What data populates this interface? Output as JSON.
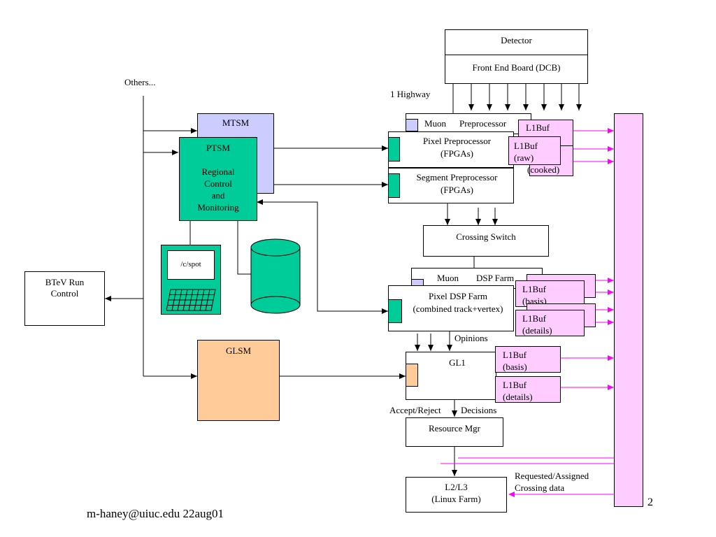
{
  "detector": {
    "title": "Detector",
    "front_end": "Front End Board (DCB)"
  },
  "others": "Others...",
  "highway": "1 Highway",
  "mtsm": "MTSM",
  "ptsm": {
    "title": "PTSM",
    "line1": "Regional",
    "line2": "Control",
    "line3": "and",
    "line4": "Monitoring"
  },
  "spot": "/c/spot",
  "btev": {
    "line1": "BTeV Run",
    "line2": "Control"
  },
  "glsm": "GLSM",
  "muon_pre": {
    "left": "Muon",
    "right": "Preprocessor"
  },
  "pixel_pre": {
    "line1": "Pixel Preprocessor",
    "line2": "(FPGAs)"
  },
  "segment_pre": {
    "line1": "Segment Preprocessor",
    "line2": "(FPGAs)"
  },
  "l1buf_top": "L1Buf",
  "l1buf_raw": {
    "line1": "L1Buf",
    "line2": "(raw)"
  },
  "l1buf_cooked": "(cooked)",
  "crossing_switch": "Crossing Switch",
  "muon_dsp": {
    "left": "Muon",
    "right": "DSP Farm"
  },
  "pixel_dsp": {
    "line1": "Pixel DSP Farm",
    "line2": "(combined track+vertex)"
  },
  "dsp_basis": {
    "line1": "L1Buf",
    "line2": "(basis)"
  },
  "dsp_details": {
    "line1": "L1Buf",
    "line2": "(details)"
  },
  "opinions": "Opinions",
  "gl1": "GL1",
  "gl1_basis": {
    "line1": "L1Buf",
    "line2": "(basis)"
  },
  "gl1_details": {
    "line1": "L1Buf",
    "line2": "(details)"
  },
  "accept_reject": "Accept/Reject",
  "decisions": "Decisions",
  "resource_mgr": "Resource Mgr",
  "l2l3": {
    "line1": "L2/L3",
    "line2": "(Linux Farm)"
  },
  "requested": {
    "line1": "Requested/Assigned",
    "line2": "Crossing data"
  },
  "footer": "m-haney@uiuc.edu 22aug01",
  "page_number": "2",
  "colors": {
    "ptsm": "#00cc99",
    "mtsm": "#ccccff",
    "l1buf": "#ffccff",
    "glsm": "#ffcc99",
    "data_lines": "#ff00ff"
  }
}
